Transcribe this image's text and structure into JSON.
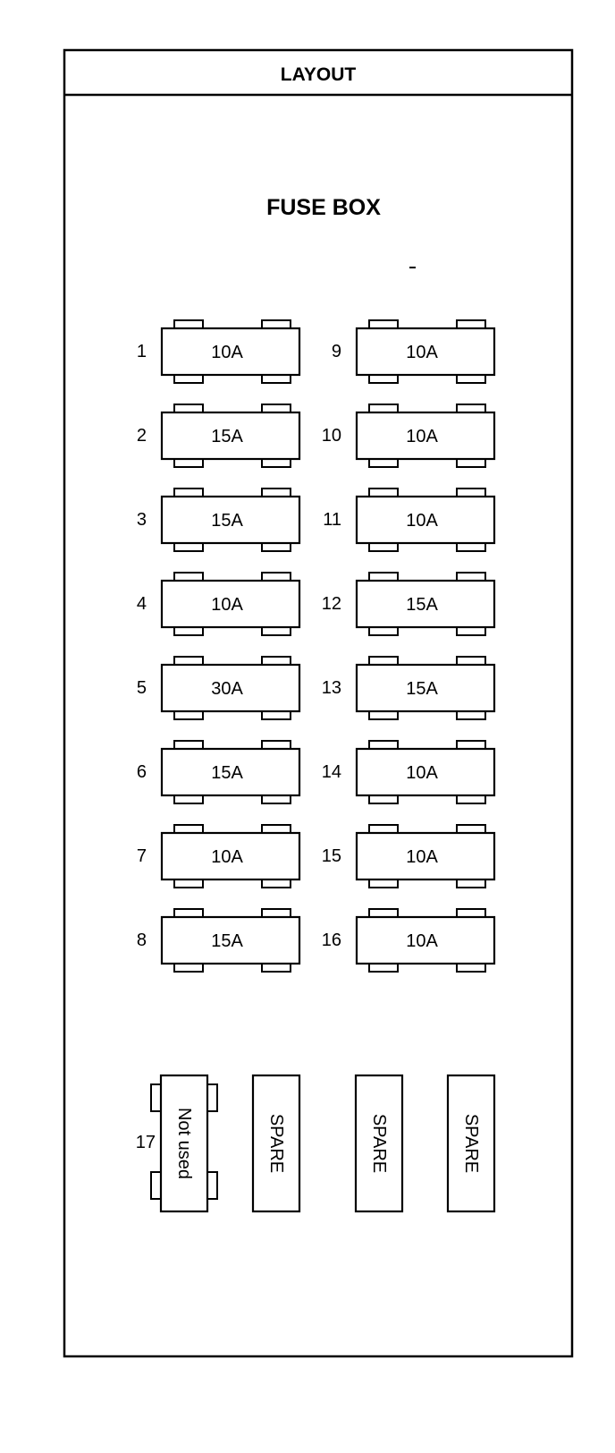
{
  "header": {
    "title": "LAYOUT"
  },
  "diagram": {
    "title": "FUSE BOX"
  },
  "fuses": [
    {
      "number": "1",
      "rating": "10A"
    },
    {
      "number": "2",
      "rating": "15A"
    },
    {
      "number": "3",
      "rating": "15A"
    },
    {
      "number": "4",
      "rating": "10A"
    },
    {
      "number": "5",
      "rating": "30A"
    },
    {
      "number": "6",
      "rating": "15A"
    },
    {
      "number": "7",
      "rating": "10A"
    },
    {
      "number": "8",
      "rating": "15A"
    },
    {
      "number": "9",
      "rating": "10A"
    },
    {
      "number": "10",
      "rating": "10A"
    },
    {
      "number": "11",
      "rating": "10A"
    },
    {
      "number": "12",
      "rating": "15A"
    },
    {
      "number": "13",
      "rating": "15A"
    },
    {
      "number": "14",
      "rating": "10A"
    },
    {
      "number": "15",
      "rating": "10A"
    },
    {
      "number": "16",
      "rating": "10A"
    }
  ],
  "bottom_fuses": [
    {
      "number": "17",
      "label": "Not used"
    },
    {
      "number": "",
      "label": "SPARE"
    },
    {
      "number": "",
      "label": "SPARE"
    },
    {
      "number": "",
      "label": "SPARE"
    }
  ]
}
